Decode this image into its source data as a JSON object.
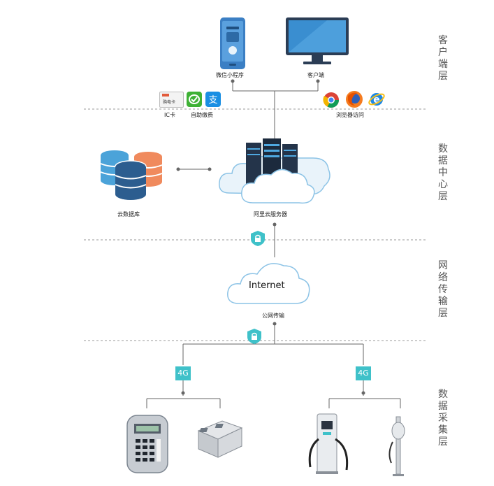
{
  "layers": {
    "client": "客户端层",
    "data_center": "数据中心层",
    "network": "网络传输层",
    "collection": "数据采集层"
  },
  "client": {
    "wechat_label": "微信小程序",
    "pc_label": "客户端",
    "ic_card_label": "IC卡",
    "ic_card_text": "购电卡",
    "self_pay_label": "自助缴费",
    "browser_label": "浏览器访问"
  },
  "data_center": {
    "database_label": "云数据库",
    "server_label": "阿里云服务器"
  },
  "network": {
    "internet_text": "Internet",
    "transport_label": "公网传输"
  },
  "collection": {
    "tag_left": "4G",
    "tag_right": "4G"
  },
  "colors": {
    "accent": "#3fc1c9",
    "db_blue": "#4ba3d9",
    "db_orange": "#f08a5d",
    "db_dark": "#2c5d8f",
    "line": "#666666",
    "divider": "#999999"
  }
}
